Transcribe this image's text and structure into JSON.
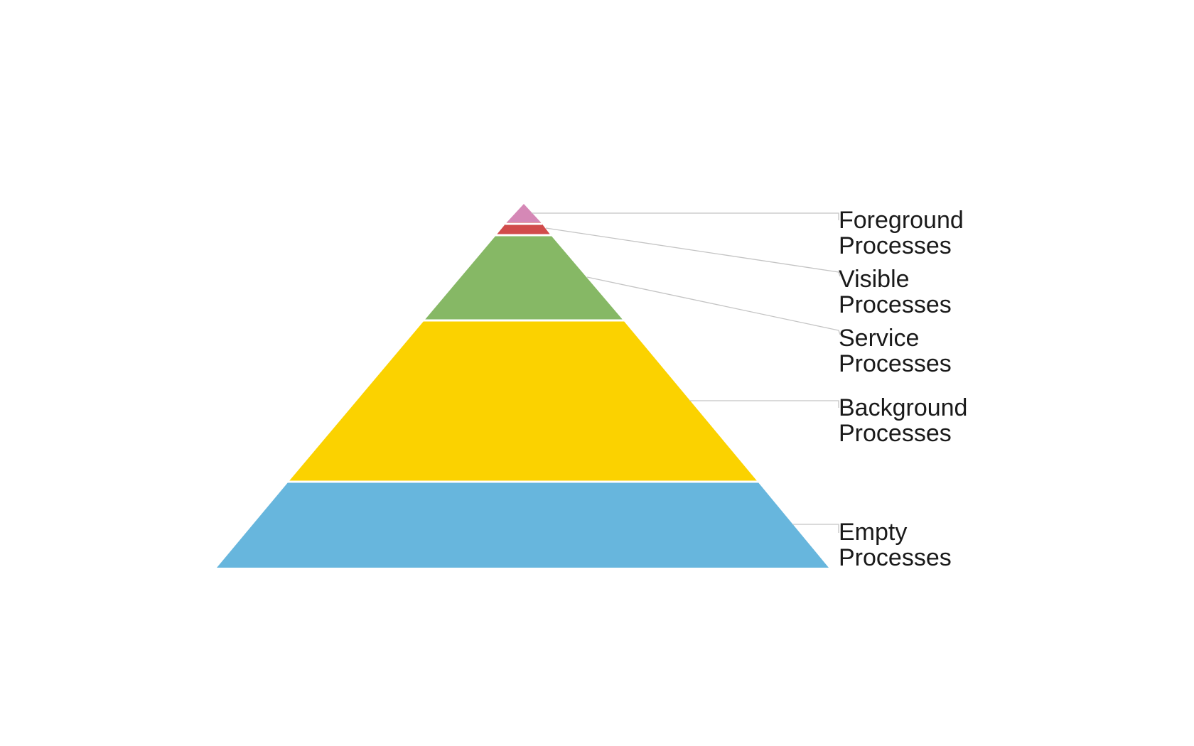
{
  "layers": [
    {
      "id": "foreground",
      "line1": "Foreground",
      "line2": "Processes",
      "color": "#d588b6"
    },
    {
      "id": "visible",
      "line1": "Visible",
      "line2": "Processes",
      "color": "#d14b4b"
    },
    {
      "id": "service",
      "line1": "Service",
      "line2": "Processes",
      "color": "#86b865"
    },
    {
      "id": "background",
      "line1": "Background",
      "line2": "Processes",
      "color": "#fbd200"
    },
    {
      "id": "empty",
      "line1": "Empty",
      "line2": "Processes",
      "color": "#67b6dd"
    }
  ]
}
